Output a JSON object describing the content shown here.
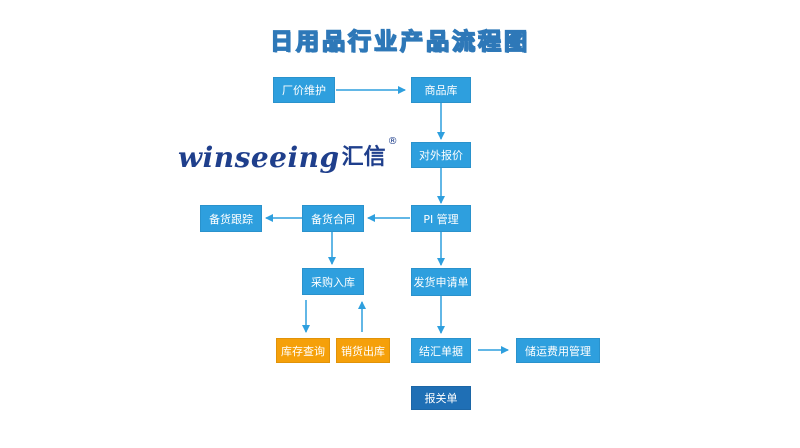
{
  "title": "日用品行业产品流程图",
  "logo": {
    "text": "winseeing",
    "cn": "汇信",
    "reg": "®"
  },
  "nodes": {
    "price_maintain": "厂价维护",
    "product_lib": "商品库",
    "quote": "对外报价",
    "pi_manage": "PI 管理",
    "stock_contract": "备货合同",
    "stock_track": "备货跟踪",
    "purchase_in": "采购入库",
    "delivery_req": "发货申请单",
    "inventory_query": "库存查询",
    "sales_out": "销货出库",
    "settlement": "结汇单据",
    "storage_cost": "储运费用管理",
    "customs": "报关单"
  },
  "colors": {
    "primary": "#2e9fde",
    "secondary": "#f5a00a",
    "dark": "#1f6fb5",
    "arrow": "#2e9fde"
  }
}
